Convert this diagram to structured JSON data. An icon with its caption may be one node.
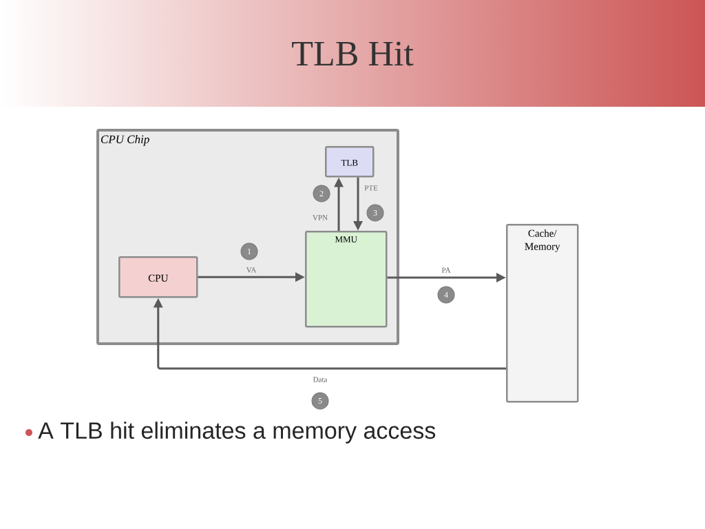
{
  "diagram": {
    "title": "TLB Hit",
    "nodes": [
      {
        "text": [
          "CPU Chip"
        ]
      },
      {
        "text": [
          "TLB"
        ],
        "in": 0
      },
      {
        "text": [
          "MMU"
        ],
        "in": 0
      },
      {
        "text": [
          "CPU"
        ],
        "in": 0
      },
      {
        "text": [
          "Cache/ Memory"
        ]
      }
    ],
    "edges": [
      {
        "from": 3,
        "to": 2,
        "arrow": "to",
        "label": "VA"
      },
      {
        "from": 2,
        "to": 1,
        "arrow": "to",
        "label": "VPN"
      },
      {
        "from": 1,
        "to": 2,
        "arrow": "to",
        "label": "PTE"
      },
      {
        "from": 2,
        "to": 4,
        "arrow": "to",
        "label": "PA"
      },
      {
        "from": 4,
        "to": 3,
        "arrow": "to",
        "label": "Data"
      }
    ],
    "labels": [
      "2",
      "3",
      "1",
      "4",
      "5",
      "A TLB hit eliminates a memory access"
    ]
  }
}
